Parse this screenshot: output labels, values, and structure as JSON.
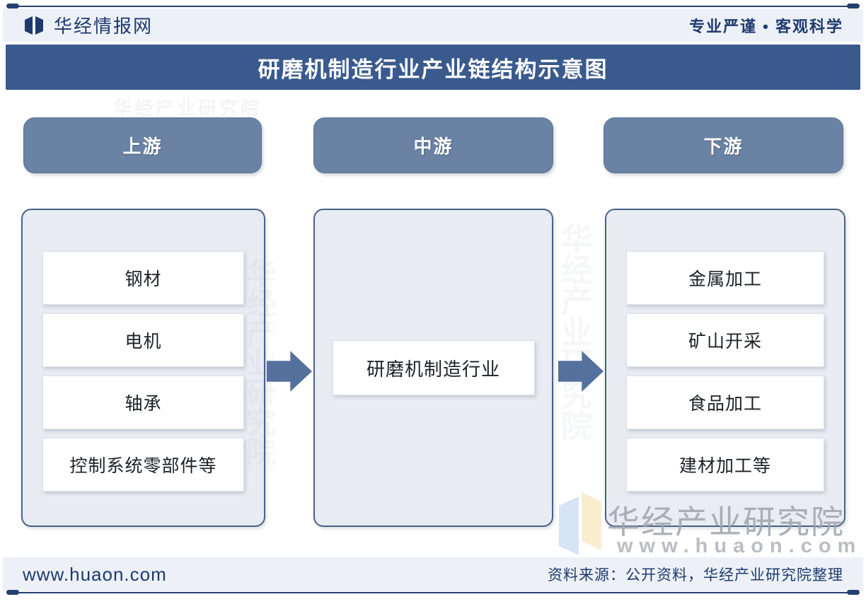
{
  "header": {
    "logo_text": "华经情报网",
    "slogan": "专业严谨 • 客观科学"
  },
  "title": "研磨机制造行业产业链结构示意图",
  "columns": [
    {
      "header": "上游",
      "items": [
        "钢材",
        "电机",
        "轴承",
        "控制系统零部件等"
      ]
    },
    {
      "header": "中游",
      "items": [
        "研磨机制造行业"
      ]
    },
    {
      "header": "下游",
      "items": [
        "金属加工",
        "矿山开采",
        "食品加工",
        "建材加工等"
      ]
    }
  ],
  "footer": {
    "site": "www.huaon.com",
    "source": "资料来源：公开资料，华经产业研究院整理"
  },
  "watermark": {
    "org": "华经产业研究院",
    "url": "www.huaon.com"
  },
  "icons": {
    "brand_logo": "open-book-logo",
    "watermark_logo": "open-book-logo"
  },
  "colors": {
    "title_bar": "#3a5a8e",
    "header_pill": "#6a82a4",
    "panel_bg": "#e9ecf3",
    "panel_border": "#48618b",
    "arrow": "#54719e",
    "band_bg": "#edf1f7",
    "navy_text": "#1e3a6e",
    "rule": "#24406e",
    "watermark_gray": "#9fa4ab",
    "watermark_blue": "#c3d6f2",
    "watermark_yellow": "#f5e6b4"
  }
}
